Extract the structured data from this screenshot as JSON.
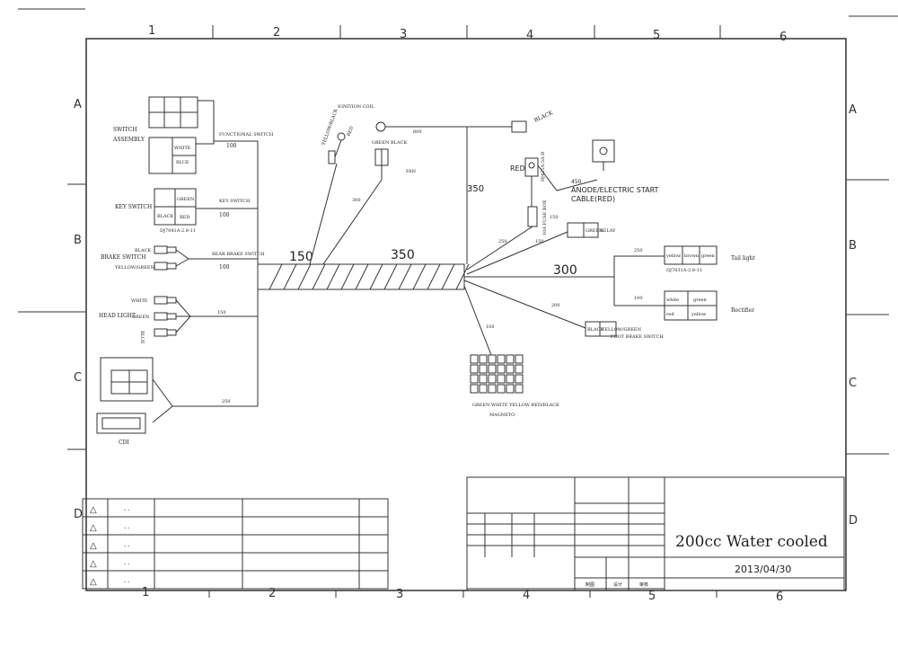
{
  "grid": {
    "columns": [
      "1",
      "2",
      "3",
      "4",
      "5",
      "6"
    ],
    "rows": [
      "A",
      "B",
      "C",
      "D"
    ]
  },
  "labels": {
    "switch_assembly_1": "SWITCH",
    "switch_assembly_2": "ASSEMBLY",
    "functional_switch": "FUNCTIONAL SWITCH",
    "functional_len": "100",
    "white_small": "WHITE",
    "blue_small": "BLUE",
    "key_switch": "KEY SWITCH",
    "key_switch_right": "KEY SWITCH",
    "key_len": "100",
    "green": "GREEN",
    "black": "BLACK",
    "red": "RED",
    "key_part": "DJ7041A-2.8-11",
    "brake_switch": "BRAKE SWITCH",
    "brake_black": "BLACK",
    "brake_yg": "YELLOW/GREEN",
    "rear_brake_switch": "REAR BRAKE SWITCH",
    "rear_len": "100",
    "head_light": "HEAD LIGHT",
    "hl_white": "WHITE",
    "hl_green": "GREEN",
    "hl_blue": "BLUE",
    "hl_len": "150",
    "cdi": "CDI",
    "cdi_len": "250",
    "harness_150": "150",
    "harness_350": "350",
    "ignition_coil": "IGNITION COIL",
    "yellow_black": "YELLOW/BLACK",
    "red_small": "RED",
    "green_black": "GREEN BLACK",
    "fan": "FAN",
    "len_600": "600",
    "len_300": "300",
    "len_350_left": "350",
    "black_top": "BLACK",
    "red_top": "RED",
    "part_dj": "DJ431A-5A-D",
    "len_450": "450",
    "anode": "ANODE/ELECTRIC START",
    "cable_red": "CABLE(RED)",
    "fuse_label": "10A FUSE BOX",
    "len_250": "250",
    "len_150_fuse": "150",
    "len_150_relay": "150",
    "relay": "RELAY",
    "relay_green": "GREEN",
    "len_300_main": "300",
    "len_200": "200",
    "len_100_mag": "100",
    "tail_len": "250",
    "tail_light": "Tail light",
    "tail_part": "DJ7031A-2.8-11",
    "tail_yellow": "yellow",
    "tail_brown": "brown",
    "tail_green": "green",
    "rect_len": "100",
    "rect_white": "white",
    "rect_green": "green",
    "rect_red": "red",
    "rect_yellow": "yellow",
    "rectifier": "Rectifier",
    "foot_black": "BLACK",
    "foot_yg": "YELLOW/GREEN",
    "foot_brake": "FOOT BRAKE SWITCH",
    "magneto": "MAGNETO",
    "mag_colors": "GREEN  WHITE  YELLOW  RED/BLACK"
  },
  "revision_table": {
    "rows": [
      {
        "mark": "△",
        "value": "- -"
      },
      {
        "mark": "△",
        "value": "- -"
      },
      {
        "mark": "△",
        "value": "- -"
      },
      {
        "mark": "△",
        "value": "- -"
      },
      {
        "mark": "△",
        "value": "- -"
      }
    ]
  },
  "title_block": {
    "title": "200cc Water cooled",
    "date": "2013/04/30",
    "sign_1": "制图",
    "sign_2": "设计",
    "sign_3": "审核"
  }
}
